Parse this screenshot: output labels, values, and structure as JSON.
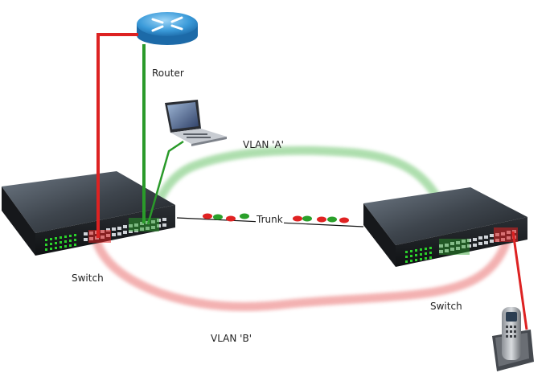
{
  "labels": {
    "router": "Router",
    "vlan_a": "VLAN 'A'",
    "trunk": "Trunk",
    "switch_left": "Switch",
    "switch_right": "Switch",
    "vlan_b": "VLAN 'B'"
  },
  "colors": {
    "vlan_a": "#2a9a2a",
    "vlan_a_halo": "#a6dba6",
    "vlan_b": "#dd2222",
    "vlan_b_halo": "#f2a9a9",
    "trunk_line": "#111111",
    "switch_body": "#2b2f34",
    "router": "#3a9ad9"
  },
  "icons": [
    "router-icon",
    "laptop-icon",
    "switch-icon",
    "cordless-phone-icon"
  ]
}
